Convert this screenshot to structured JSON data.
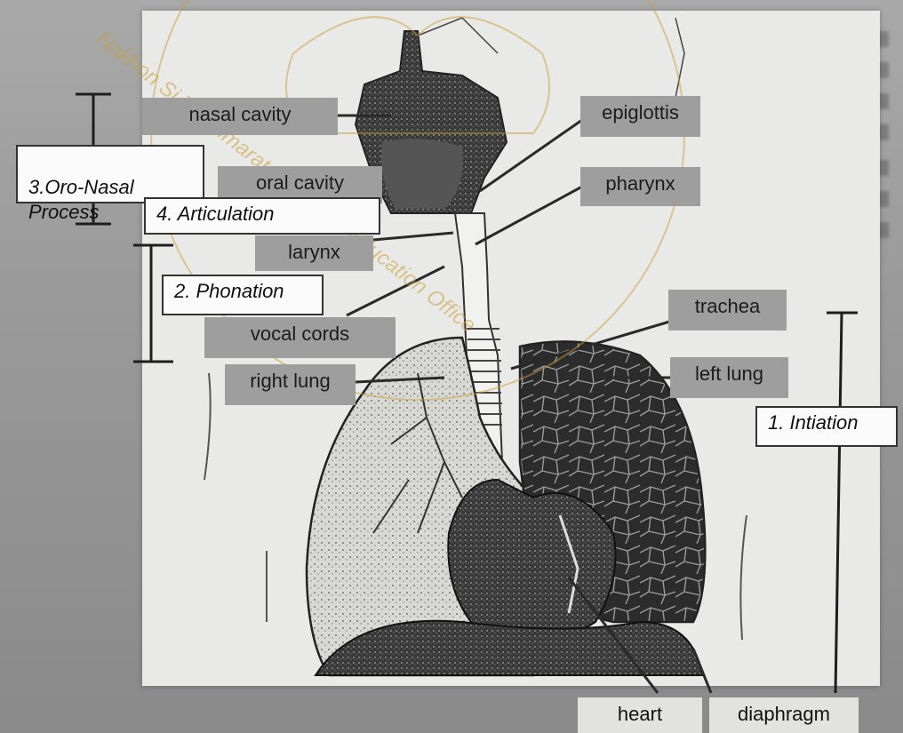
{
  "labels": {
    "nasal_cavity": "nasal cavity",
    "epiglottis": "epiglottis",
    "oro_nasal": "3.Oro-Nasal\nProcess",
    "oral_cavity": "oral cavity",
    "pharynx": "pharynx",
    "articulation": "4. Articulation",
    "larynx": "larynx",
    "phonation": "2. Phonation",
    "vocal_cords": "vocal cords",
    "trachea": "trachea",
    "right_lung": "right lung",
    "left_lung": "left lung",
    "initiation": "1. Intiation",
    "heart": "heart",
    "diaphragm": "diaphragm"
  },
  "watermark": {
    "text1": "Nakhon Si Thammarat Provincial Education Office"
  },
  "colors": {
    "label_grey": "#9e9e9e",
    "paper": "#e9e9e7",
    "watermark": "#c9a040"
  }
}
